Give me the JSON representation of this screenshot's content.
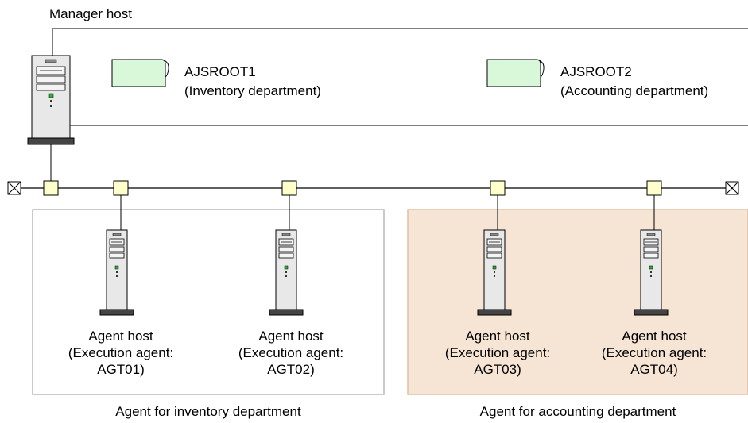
{
  "manager": {
    "label": "Manager host"
  },
  "jobnets": [
    {
      "name": "AJSROOT1",
      "dept": "(Inventory department)"
    },
    {
      "name": "AJSROOT2",
      "dept": "(Accounting department)"
    }
  ],
  "agents": [
    {
      "line1": "Agent host",
      "line2": "(Execution agent:",
      "line3": "AGT01)"
    },
    {
      "line1": "Agent host",
      "line2": "(Execution agent:",
      "line3": "AGT02)"
    },
    {
      "line1": "Agent host",
      "line2": "(Execution agent:",
      "line3": "AGT03)"
    },
    {
      "line1": "Agent host",
      "line2": "(Execution agent:",
      "line3": "AGT04)"
    }
  ],
  "groups": [
    {
      "label": "Agent for inventory department"
    },
    {
      "label": "Agent for accounting department"
    }
  ],
  "colors": {
    "jobnet_fill": "#d9f7d9",
    "accounting_group_fill": "#f6e5d4",
    "accounting_group_border": "#e2bf9e",
    "inventory_group_border": "#b8b8b8",
    "connector_fill": "#ffffcc"
  }
}
